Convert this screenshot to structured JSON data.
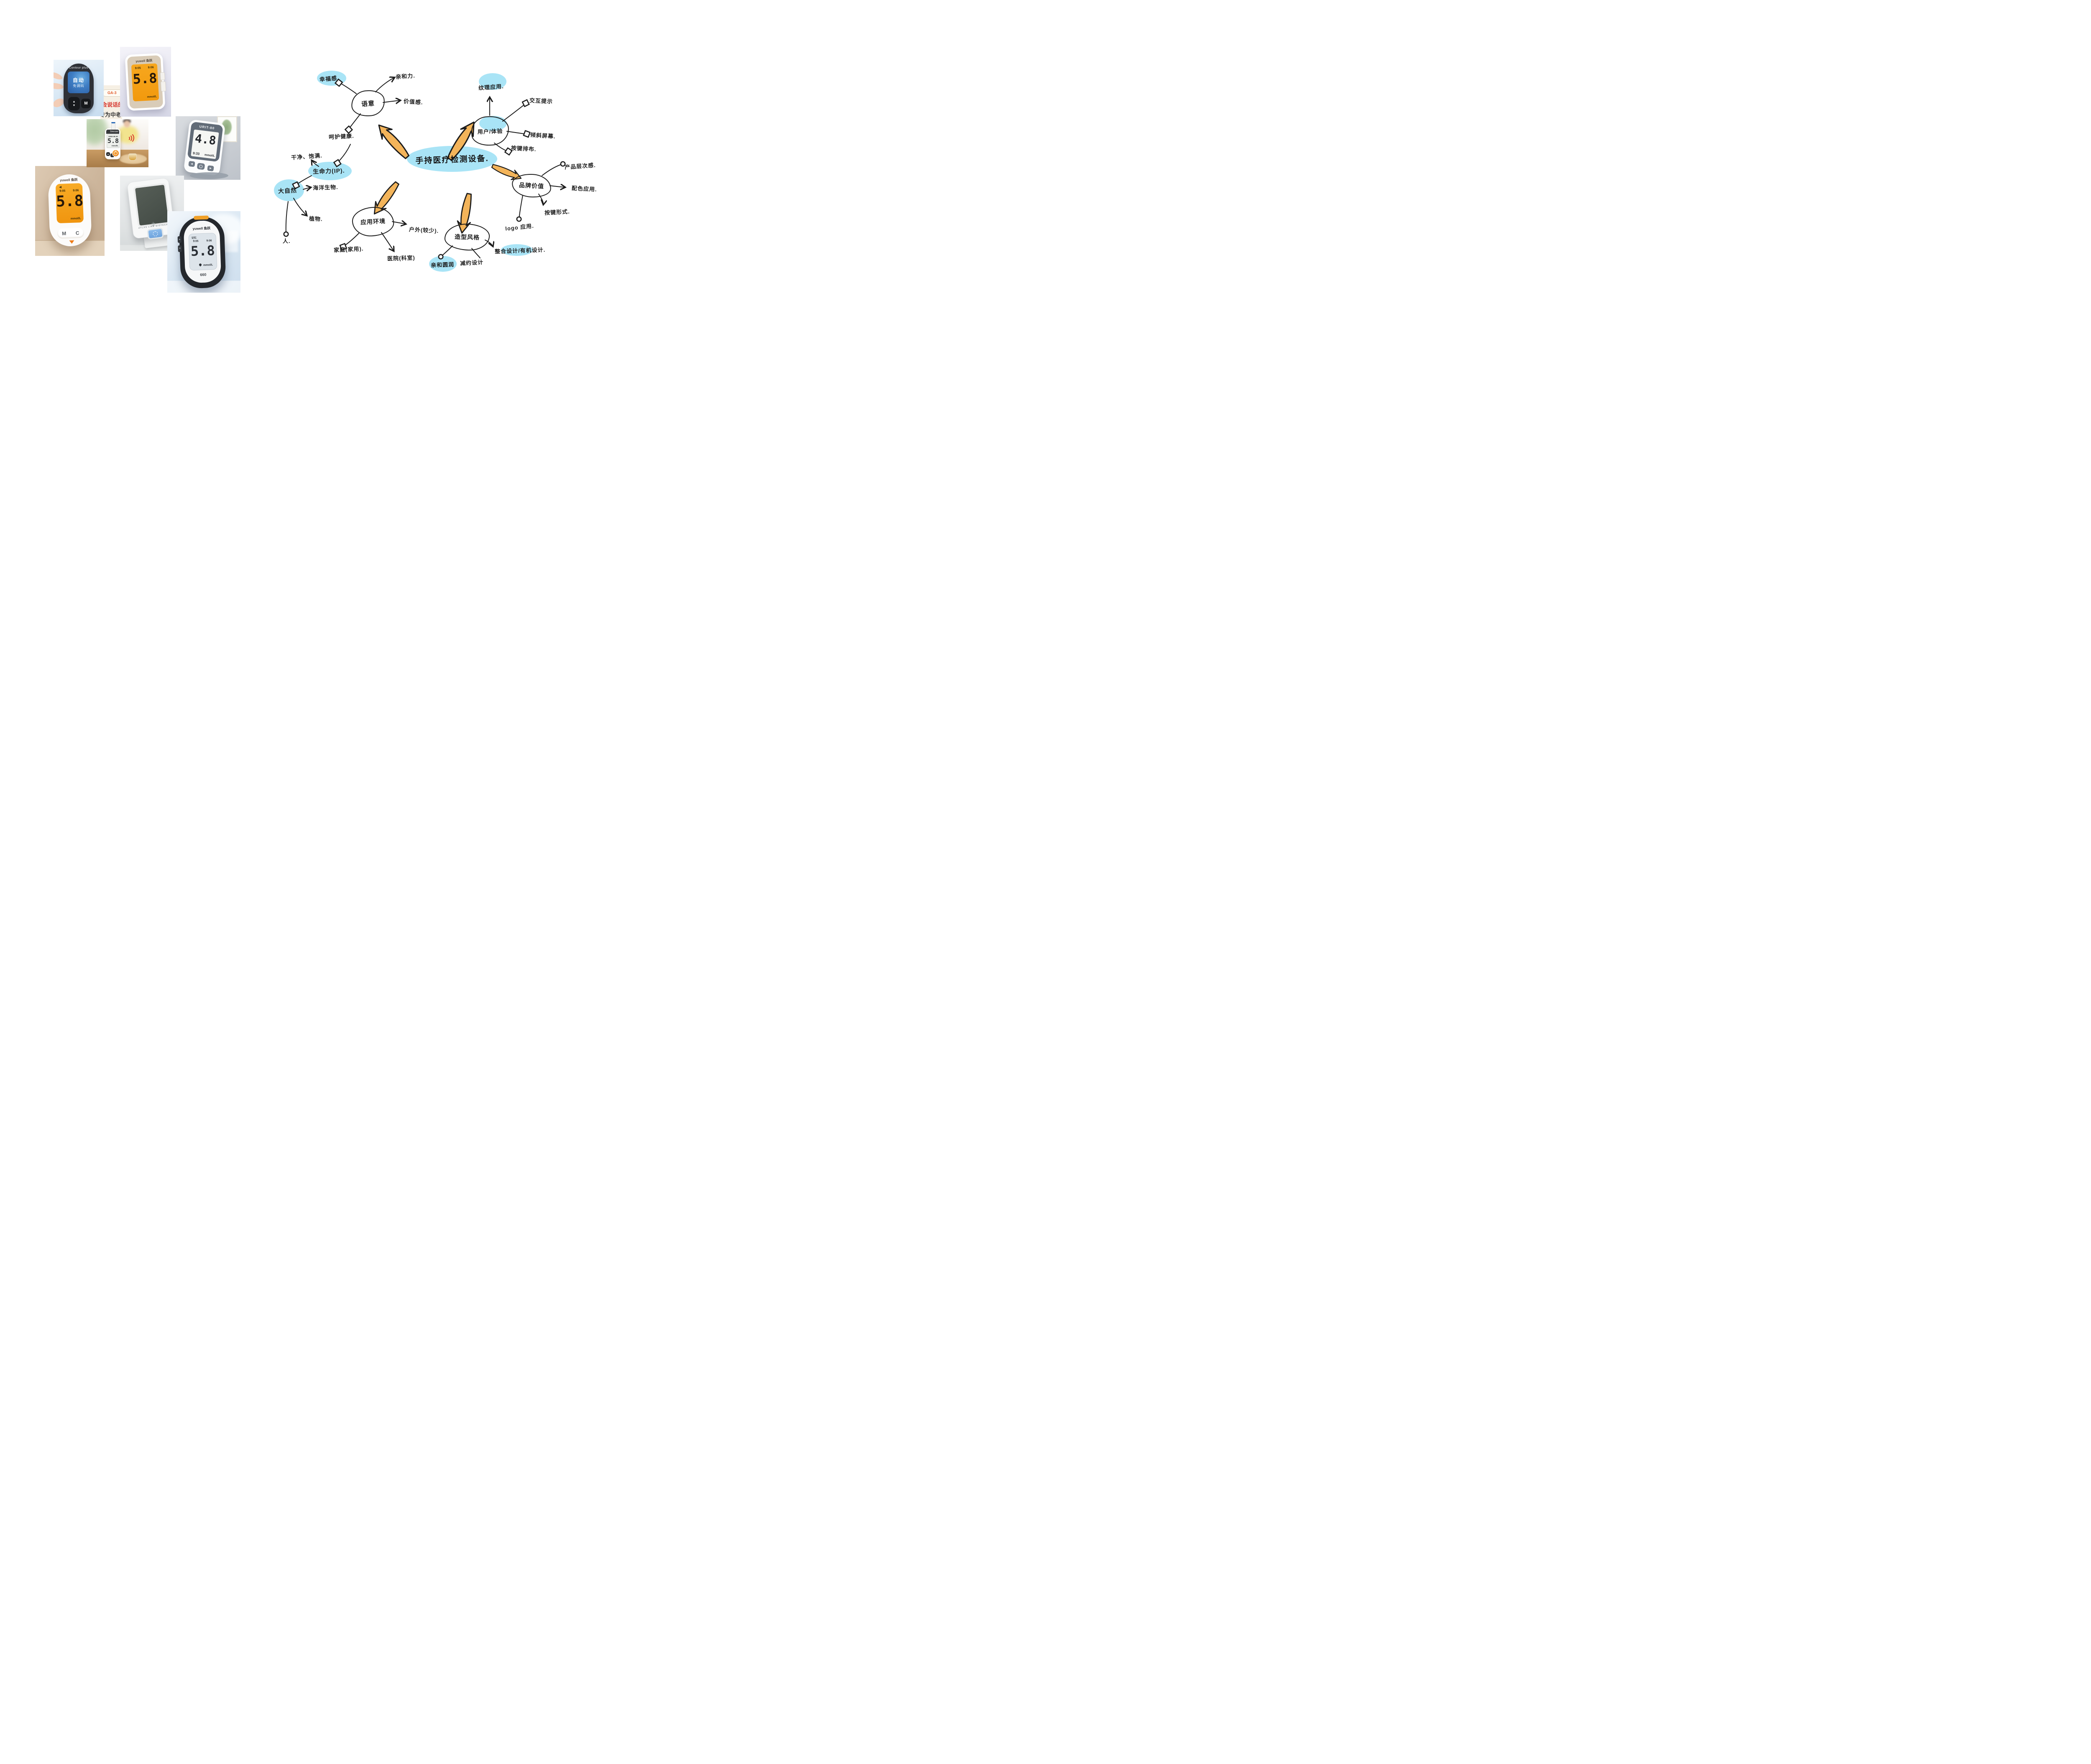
{
  "colors": {
    "highlight": "#a9e4f6",
    "arrow": "#f3b45a",
    "ink": "#1c1c1c"
  },
  "mindmap": {
    "center": "手持医疗检测设备.",
    "semantics": {
      "label": "语意",
      "happiness": "幸福感",
      "affinity": "亲和力.",
      "value": "价值感.",
      "health": "呵护健康."
    },
    "vitality": {
      "label": "生命力(IP).",
      "clean": "干净、饱满."
    },
    "nature": {
      "label": "大自然",
      "marine": "海洋生物.",
      "plant": "植物.",
      "person": "人."
    },
    "env": {
      "label": "应用环境",
      "outdoor": "户外(较少).",
      "hospital": "医院(科室)",
      "home": "家庭(家用)."
    },
    "style": {
      "label": "造型风格",
      "round": "亲和圆润",
      "minimal": "减约设计",
      "organic": "整合设计/有机设计."
    },
    "ux": {
      "label": "用户/体验",
      "texture": "纹理应用.",
      "interact": "交互提示",
      "tilt": "倾斜屏幕.",
      "buttons": "按键排布."
    },
    "brand": {
      "label": "品牌价值",
      "layers": "产品层次感.",
      "colors": "配色应用.",
      "btnform": "按键形式.",
      "logo": "logo 应用."
    }
  },
  "photos": {
    "promo": {
      "badge": "GA-3",
      "red": "会说话的",
      "dark": "专为中老"
    },
    "contour": {
      "brand": "Contour plus",
      "screen_line1": "自动",
      "screen_line2": "免调码",
      "mem": "M",
      "up": "▲",
      "down": "▼"
    },
    "ytop": {
      "brand": "yuwell 鱼跃",
      "t1": "9:05",
      "t2": "9:06",
      "val": "5.8",
      "unit": "mmol/L"
    },
    "sinocare": {
      "brand": "Sinocare",
      "dt": "1008 08:30",
      "val": "5.8",
      "unit": "mmol/L",
      "up": "▲",
      "down": "▽"
    },
    "urit": {
      "model": "URIT-80",
      "val": "4.8",
      "time": "9:33",
      "unit": "mmol/L",
      "left": "◀",
      "right": "▶"
    },
    "yoval": {
      "brand": "yuwell 鱼跃",
      "t1": "9:05",
      "t2": "9:06",
      "val": "5.8",
      "unit": "mmol/L",
      "m": "M",
      "c": "C"
    },
    "atlas": {
      "brand": "ATLAS LINK BIOTECH"
    },
    "y660": {
      "brand": "yuwell 鱼跃",
      "mem": "记忆",
      "t1": "9:05",
      "t2": "9:06",
      "val": "5.8",
      "unit": "mmol/L",
      "model": "660"
    }
  }
}
